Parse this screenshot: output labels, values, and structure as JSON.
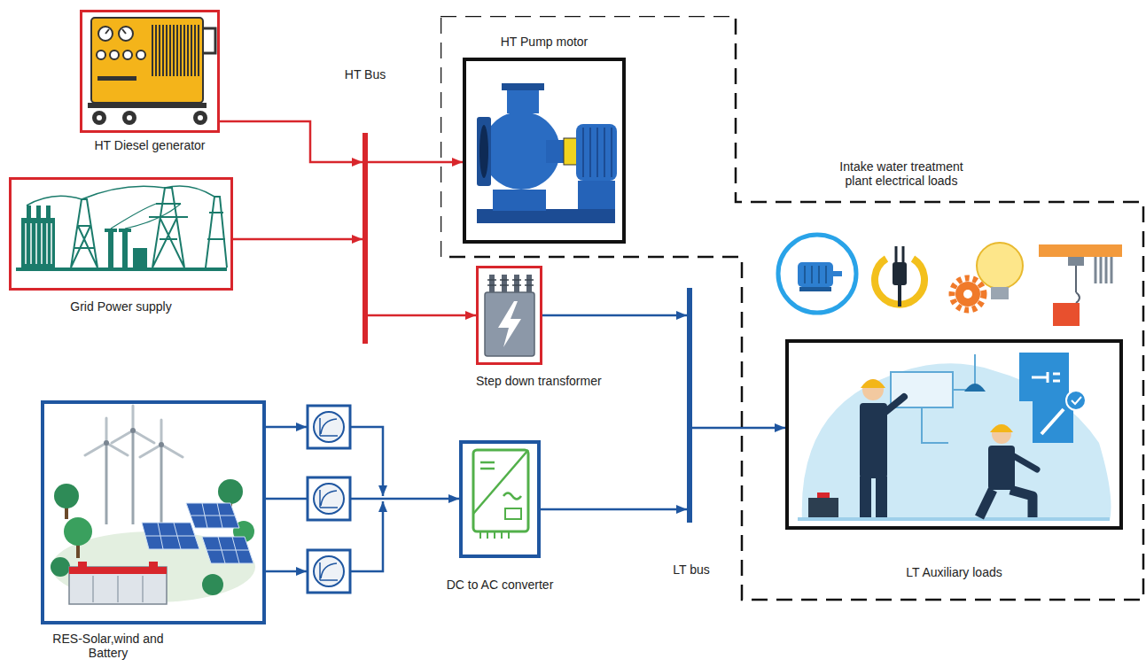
{
  "diagram": {
    "nodes": [
      {
        "text": [
          "HT Diesel generator"
        ]
      },
      {
        "text": [
          "Grid Power supply"
        ]
      },
      {
        "text": [
          "HT Bus"
        ]
      },
      {
        "text": [
          "Intake water treatment plant electrical loads"
        ]
      },
      {
        "text": [
          "HT Pump motor"
        ],
        "in": 3
      },
      {
        "text": [
          "Step down transformer"
        ]
      },
      {
        "text": [
          "LT bus"
        ]
      },
      {
        "text": [
          "LT Auxiliary loads"
        ],
        "in": 3
      },
      {
        "text": [
          "RES-Solar,wind and Battery"
        ]
      },
      {
        "text": [
          "DC to AC converter"
        ]
      }
    ],
    "edges": [
      {
        "from": 0,
        "to": 2,
        "arrow": "to"
      },
      {
        "from": 1,
        "to": 2,
        "arrow": "to"
      },
      {
        "from": 2,
        "to": 4,
        "arrow": "to"
      },
      {
        "from": 2,
        "to": 5,
        "arrow": "to"
      },
      {
        "from": 5,
        "to": 6,
        "arrow": "to"
      },
      {
        "from": 8,
        "to": 9,
        "arrow": "to"
      },
      {
        "from": 9,
        "to": 6,
        "arrow": "to"
      },
      {
        "from": 6,
        "to": 7,
        "arrow": "to"
      }
    ]
  }
}
